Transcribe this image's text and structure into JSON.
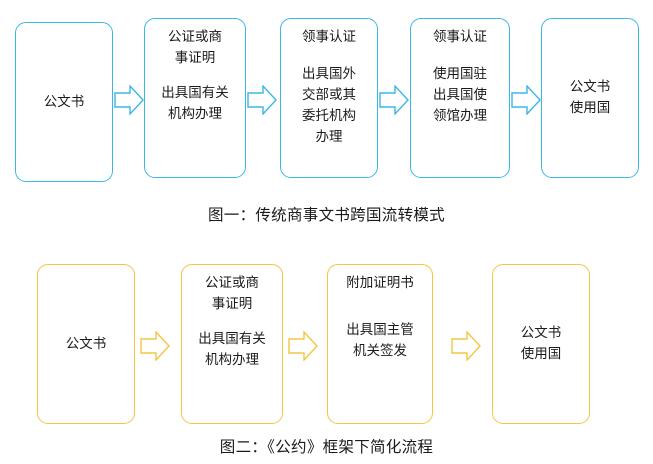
{
  "diagram1": {
    "boxes": [
      {
        "title": "公文书",
        "body": ""
      },
      {
        "title": "公证或商\n事证明",
        "body": "出具国有关\n机构办理"
      },
      {
        "title": "领事认证",
        "body": "出具国外\n交部或其\n委托机构\n办理"
      },
      {
        "title": "领事认证",
        "body": "使用国驻\n出具国使\n领馆办理"
      },
      {
        "title": "公文书\n使用国",
        "body": ""
      }
    ],
    "caption": "图一：传统商事文书跨国流转模式",
    "color": "#3bb7e6"
  },
  "diagram2": {
    "boxes": [
      {
        "title": "公文书",
        "body": ""
      },
      {
        "title": "公证或商\n事证明",
        "body": "出具国有关\n机构办理"
      },
      {
        "title": "附加证明书",
        "body": "出具国主管\n机关签发"
      },
      {
        "title": "公文书\n使用国",
        "body": ""
      }
    ],
    "caption": "图二：《公约》框架下简化流程",
    "color": "#f4c542"
  }
}
